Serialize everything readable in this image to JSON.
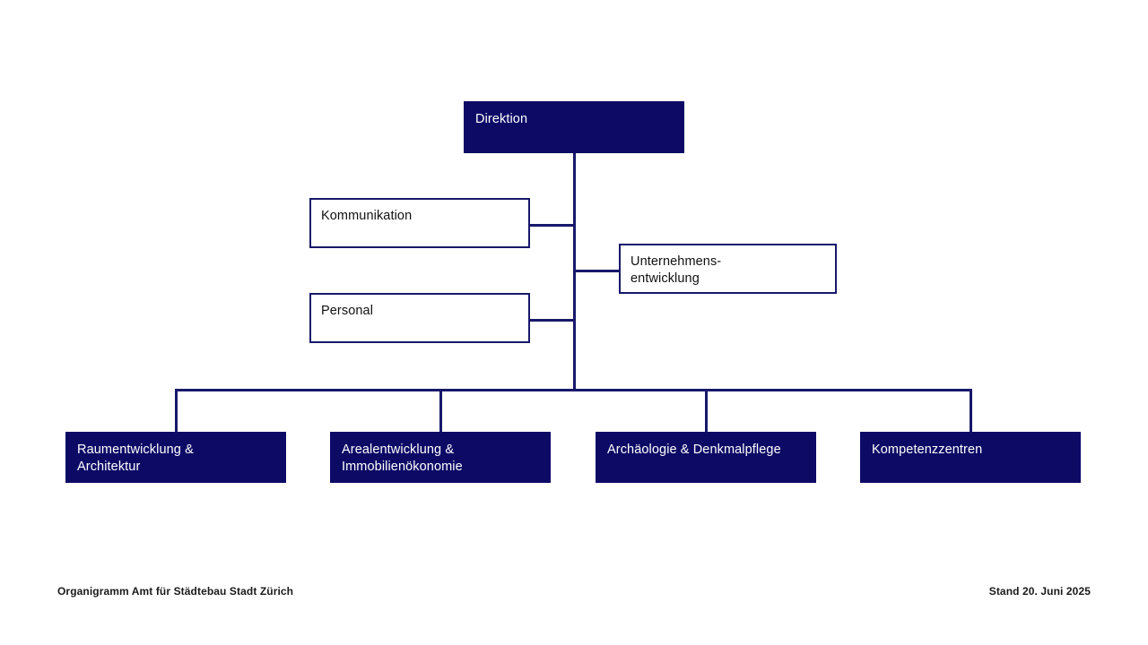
{
  "chart_data": {
    "type": "diagram",
    "title": "Organigramm Amt für Städtebau Stadt Zürich",
    "diagram_kind": "organization-chart",
    "orientation": "top-down",
    "accent_color": "#0d0a66",
    "line_color": "#18186b",
    "filled_text_color": "#ffffff",
    "outline_text_color": "#111111",
    "background": "#ffffff",
    "nodes": [
      {
        "id": "direktion",
        "label": "Direktion",
        "style": "filled",
        "level": 0
      },
      {
        "id": "kommunikation",
        "label": "Kommunikation",
        "style": "outline",
        "level": 1
      },
      {
        "id": "unternehmensentwicklung",
        "label": "Unternehmens-\nentwicklung",
        "style": "outline",
        "level": 1
      },
      {
        "id": "personal",
        "label": "Personal",
        "style": "outline",
        "level": 1
      },
      {
        "id": "raumentwicklung",
        "label": "Raumentwicklung &\nArchitektur",
        "style": "filled",
        "level": 2
      },
      {
        "id": "arealentwicklung",
        "label": "Arealentwicklung &\nImmobilienökonomie",
        "style": "filled",
        "level": 2
      },
      {
        "id": "archaeologie",
        "label": "Archäologie & Denkmalpflege",
        "style": "filled",
        "level": 2
      },
      {
        "id": "kompetenzzentren",
        "label": "Kompetenzzentren",
        "style": "filled",
        "level": 2
      }
    ],
    "edges": [
      {
        "from": "direktion",
        "to": "kommunikation"
      },
      {
        "from": "direktion",
        "to": "unternehmensentwicklung"
      },
      {
        "from": "direktion",
        "to": "personal"
      },
      {
        "from": "direktion",
        "to": "raumentwicklung"
      },
      {
        "from": "direktion",
        "to": "arealentwicklung"
      },
      {
        "from": "direktion",
        "to": "archaeologie"
      },
      {
        "from": "direktion",
        "to": "kompetenzzentren"
      }
    ]
  },
  "chart": {
    "direktion": {
      "label": "Direktion"
    },
    "kommunikation": {
      "label": "Kommunikation"
    },
    "unternehmensentwicklung": {
      "label": "Unternehmens-\nentwicklung"
    },
    "personal": {
      "label": "Personal"
    },
    "raumentwicklung": {
      "label": "Raumentwicklung &\nArchitektur"
    },
    "arealentwicklung": {
      "label": "Arealentwicklung &\nImmobilienökonomie"
    },
    "archaeologie": {
      "label": "Archäologie & Denkmalpflege"
    },
    "kompetenzzentren": {
      "label": "Kompetenzzentren"
    }
  },
  "footer": {
    "left": "Organigramm Amt für Städtebau Stadt Zürich",
    "right": "Stand 20. Juni 2025"
  }
}
